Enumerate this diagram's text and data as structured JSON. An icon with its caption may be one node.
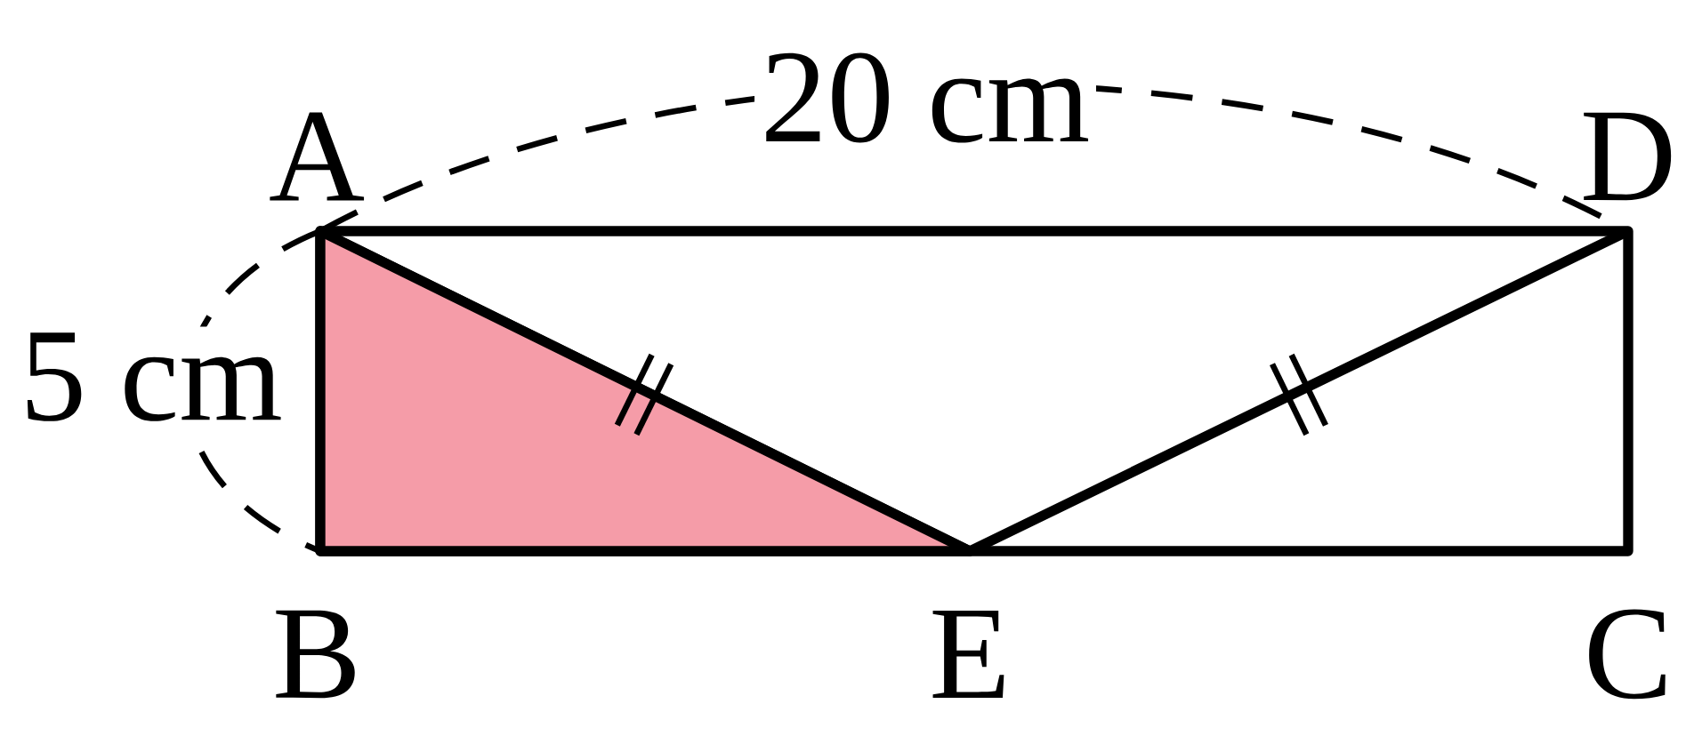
{
  "diagram": {
    "labels": [
      "20 cm",
      "A",
      "D",
      "5 cm",
      "B",
      "E",
      "C"
    ]
  }
}
